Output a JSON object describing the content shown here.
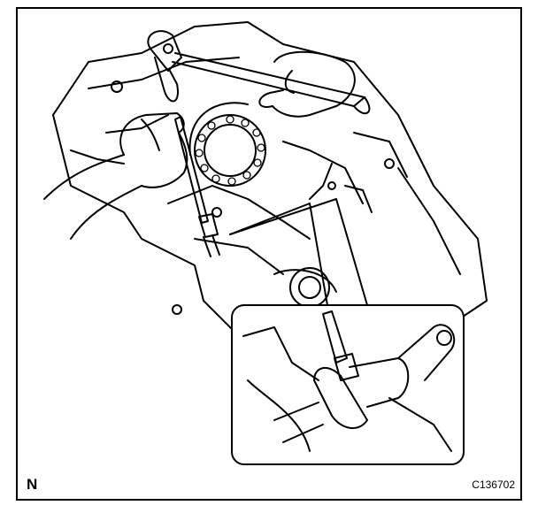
{
  "figure": {
    "orientation_mark": "N",
    "figure_code": "C136702",
    "line_color": "#000000",
    "background": "#ffffff"
  },
  "icons": [
    "hammer-icon",
    "punch-tool-icon",
    "bearing-icon",
    "hand-icon",
    "detail-inset"
  ]
}
